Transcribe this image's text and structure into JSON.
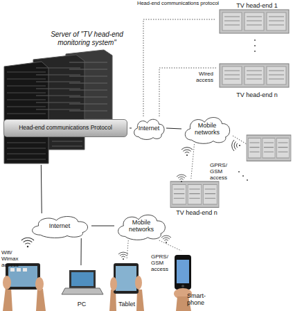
{
  "diagram": {
    "nodes": [
      {
        "text": [
          "Server of \"TV head-end monitoring system\"",
          "Head-end communications Protocol"
        ]
      },
      {
        "text": [
          "Internet"
        ]
      },
      {
        "text": [
          "Mobile networks"
        ]
      },
      {
        "text": [
          "TV head-end 1"
        ]
      },
      {
        "text": [
          "TV head-end n"
        ]
      },
      {
        "text": [
          "TV head-end n"
        ]
      },
      {
        "text": [
          "Internet"
        ]
      },
      {
        "text": [
          "Mobile networks"
        ]
      },
      {
        "text": [
          "PC"
        ]
      },
      {
        "text": [
          "Tablet"
        ]
      },
      {
        "text": [
          "Smart- phone"
        ]
      }
    ],
    "edges": [
      {
        "from": 0,
        "to": 1,
        "arrow": "none"
      },
      {
        "from": 1,
        "to": 3,
        "label": "Head-end communications protocol",
        "arrow": "none"
      },
      {
        "from": 1,
        "to": 4,
        "label": "Wired access",
        "arrow": "none"
      },
      {
        "from": 1,
        "to": 2,
        "arrow": "none"
      },
      {
        "from": 2,
        "to": 5,
        "arrow": "none"
      },
      {
        "from": 0,
        "to": 6,
        "arrow": "none"
      },
      {
        "from": 6,
        "to": 7,
        "arrow": "none"
      },
      {
        "from": 6,
        "to": 8,
        "arrow": "none"
      },
      {
        "from": 7,
        "to": 9,
        "arrow": "none"
      },
      {
        "from": 7,
        "to": 10,
        "arrow": "none"
      }
    ],
    "labels": [
      "GPRS/ GSM access",
      "Wifi/ Wimax access",
      "GPRS/ GSM access"
    ]
  }
}
